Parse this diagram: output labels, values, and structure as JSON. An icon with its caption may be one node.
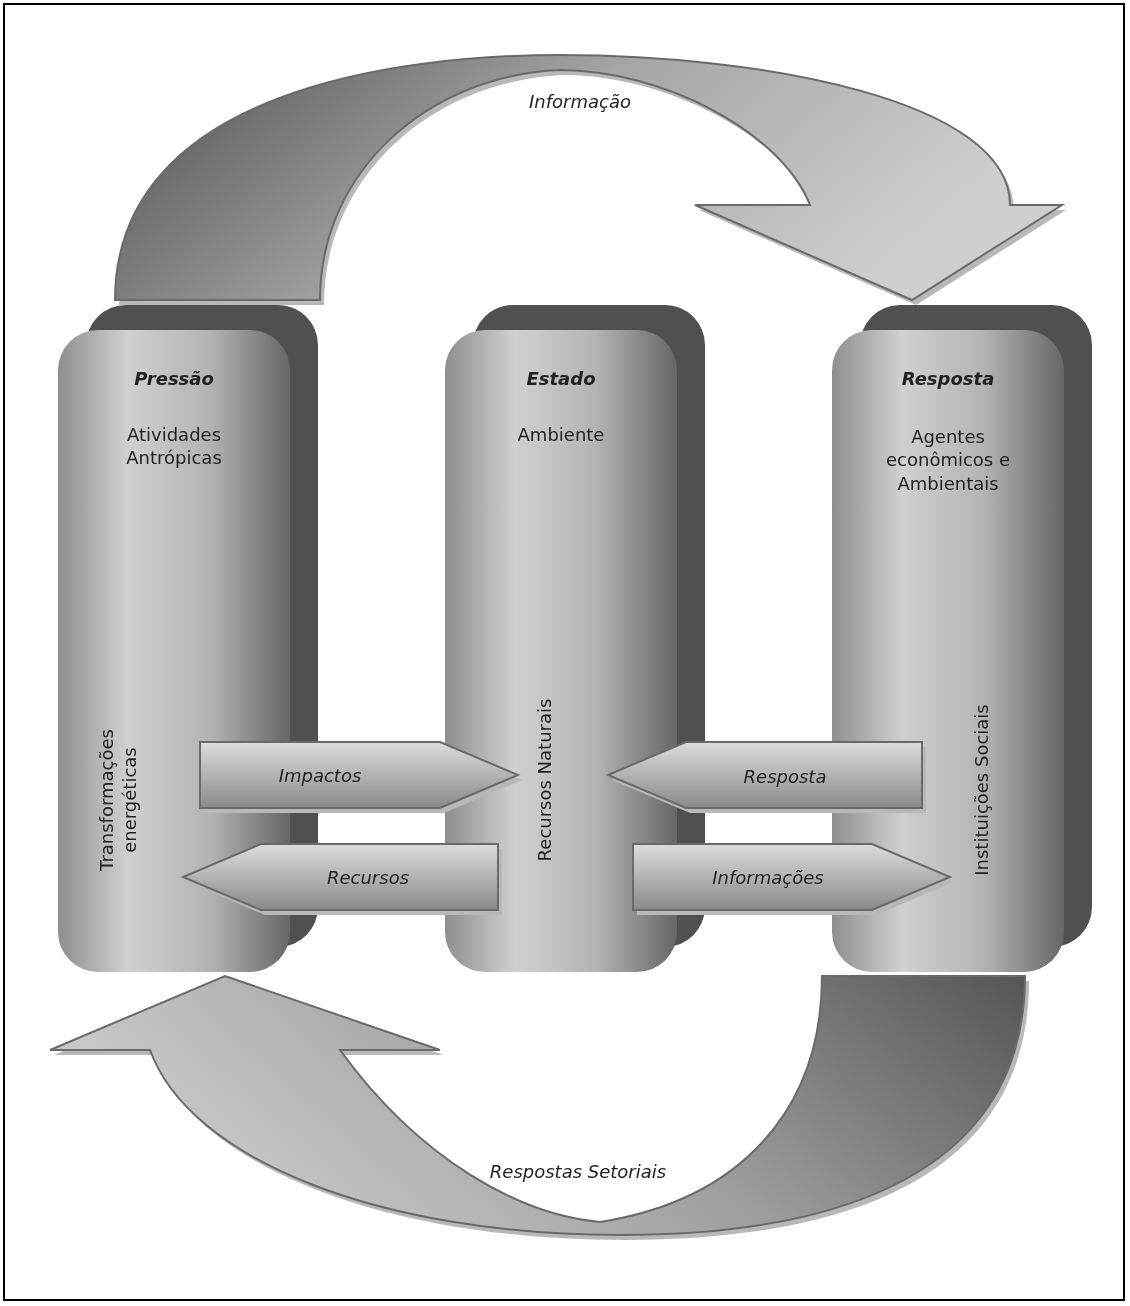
{
  "diagram": {
    "nodes": [
      {
        "text": [
          "Pressão",
          "Atividades Antrópicas",
          "Transformações energéticas"
        ]
      },
      {
        "text": [
          "Estado",
          "Ambiente",
          "Recursos Naturais"
        ]
      },
      {
        "text": [
          "Resposta",
          "Agentes econômicos e Ambientais",
          "Instituições Sociais"
        ]
      }
    ],
    "edges": [
      {
        "from": 0,
        "to": 2,
        "arrow": "to",
        "label": "Informação"
      },
      {
        "from": 0,
        "to": 1,
        "arrow": "to",
        "label": "Impactos"
      },
      {
        "from": 1,
        "to": 0,
        "arrow": "to",
        "label": "Recursos"
      },
      {
        "from": 2,
        "to": 1,
        "arrow": "to",
        "label": "Resposta"
      },
      {
        "from": 1,
        "to": 2,
        "arrow": "to",
        "label": "Informações"
      },
      {
        "from": 2,
        "to": 0,
        "arrow": "to",
        "label": "Respostas Setoriais"
      }
    ]
  }
}
